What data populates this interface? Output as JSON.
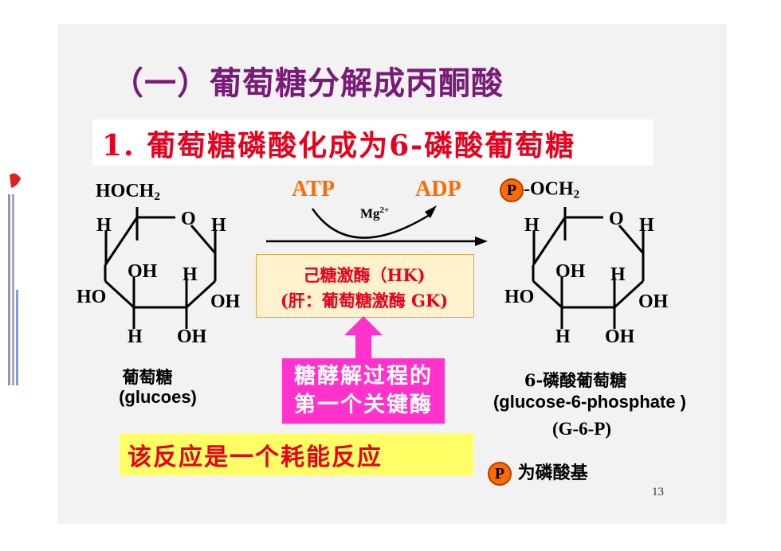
{
  "title": "（一）葡萄糖分解成丙酮酸",
  "subtitle": "1. 葡萄糖磷酸化成为6-磷酸葡萄糖",
  "left_molecule": {
    "top": "HOCH",
    "sub": "2",
    "h_left": "H",
    "o_ring": "O",
    "h_right": "H",
    "oh_mid": "OH",
    "h_mid": "H",
    "ho_left": "HO",
    "oh_right": "OH",
    "h_bottom": "H",
    "oh_bottom": "OH",
    "name_cn": "葡萄糖",
    "name_en": "(glucoes)"
  },
  "reaction": {
    "atp": "ATP",
    "adp": "ADP",
    "mg": "Mg",
    "mg_charge": "2+",
    "enzyme_line1": "己糖激酶（HK)",
    "enzyme_line2": "(肝：葡萄糖激酶 GK)"
  },
  "right_molecule": {
    "p_label": "P",
    "top": "-OCH",
    "sub": "2",
    "h_left": "H",
    "o_ring": "O",
    "h_right": "H",
    "oh_mid": "OH",
    "h_mid": "H",
    "ho_left": "HO",
    "oh_right": "OH",
    "h_bottom": "H",
    "oh_bottom": "OH",
    "name_cn": "6-磷酸葡萄糖",
    "name_en": "(glucose-6-phosphate )",
    "abbrev": "(G-6-P)"
  },
  "key_enzyme": {
    "line1": "糖酵解过程的",
    "line2": "第一个关键酶"
  },
  "note": "该反应是一个耗能反应",
  "legend": {
    "p_label": "P",
    "text": "为磷酸基"
  },
  "page_number": "13",
  "colors": {
    "title": "#7a1a78",
    "subtitle": "#e8001c",
    "atp": "#ff6a00",
    "arrow_magenta": "#ff33cc",
    "highlight_yellow": "#ffff66",
    "enzyme_bg": "#fff2cc"
  }
}
